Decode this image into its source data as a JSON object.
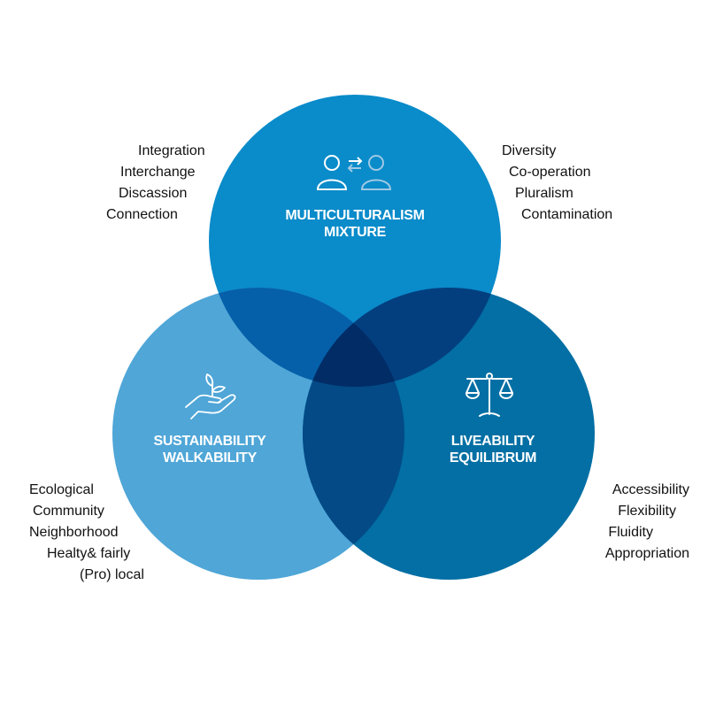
{
  "circles": {
    "top": {
      "title_line1": "MULTICULTURALISM",
      "title_line2": "MIXTURE",
      "icon": "people-exchange-icon",
      "color": "#0a8bca"
    },
    "left": {
      "title_line1": "SUSTAINABILITY",
      "title_line2": "WALKABILITY",
      "icon": "hand-plant-icon",
      "color": "#4fa6d7"
    },
    "right": {
      "title_line1": "LIVEABILITY",
      "title_line2": "EQUILIBRUM",
      "icon": "scales-icon",
      "color": "#036fa4"
    }
  },
  "overlap_colors": {
    "top_left": "#0560a9",
    "top_right": "#033f7f",
    "left_right": "#034a86",
    "center": "#022c66"
  },
  "keywords": {
    "top_left": [
      "Integration",
      "Interchange",
      "Discassion",
      "Connection"
    ],
    "top_right": [
      "Diversity",
      "Co-operation",
      "Pluralism",
      "Contamination"
    ],
    "bottom_left": [
      "Ecological",
      "Community",
      "Neighborhood",
      "Healty& fairly",
      "(Pro) local"
    ],
    "bottom_right": [
      "Accessibility",
      "Flexibility",
      "Fluidity",
      "Appropriation"
    ]
  }
}
